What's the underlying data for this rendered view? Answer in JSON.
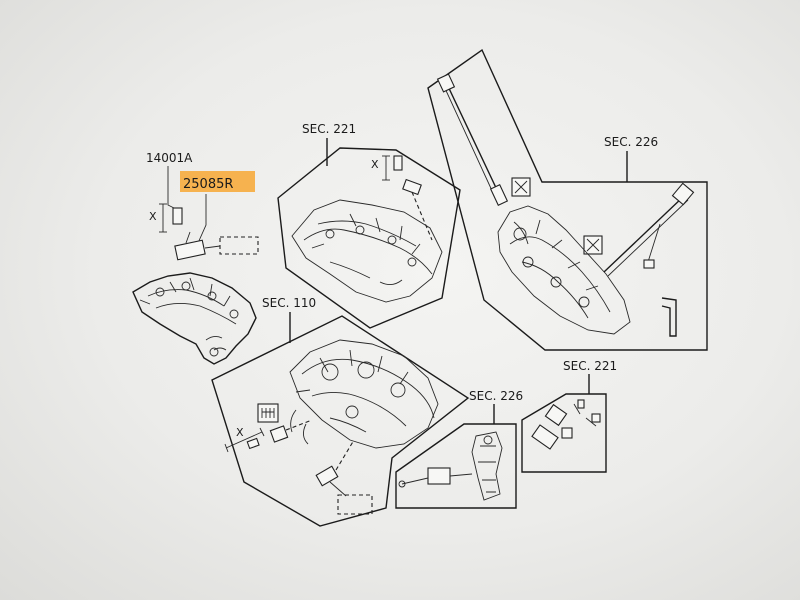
{
  "labels": {
    "part_a": "14001A",
    "part_highlight": "25085R",
    "sec_221_top": "SEC. 221",
    "sec_226_top": "SEC. 226",
    "sec_110": "SEC. 110",
    "sec_226_bottom": "SEC. 226",
    "sec_221_bottom": "SEC. 221",
    "x_mark_1": "X",
    "x_mark_2": "X",
    "x_mark_3": "X"
  },
  "colors": {
    "highlight": "#f6b24f",
    "ink": "#1b1b1b",
    "paper": "#f4f4f2"
  }
}
